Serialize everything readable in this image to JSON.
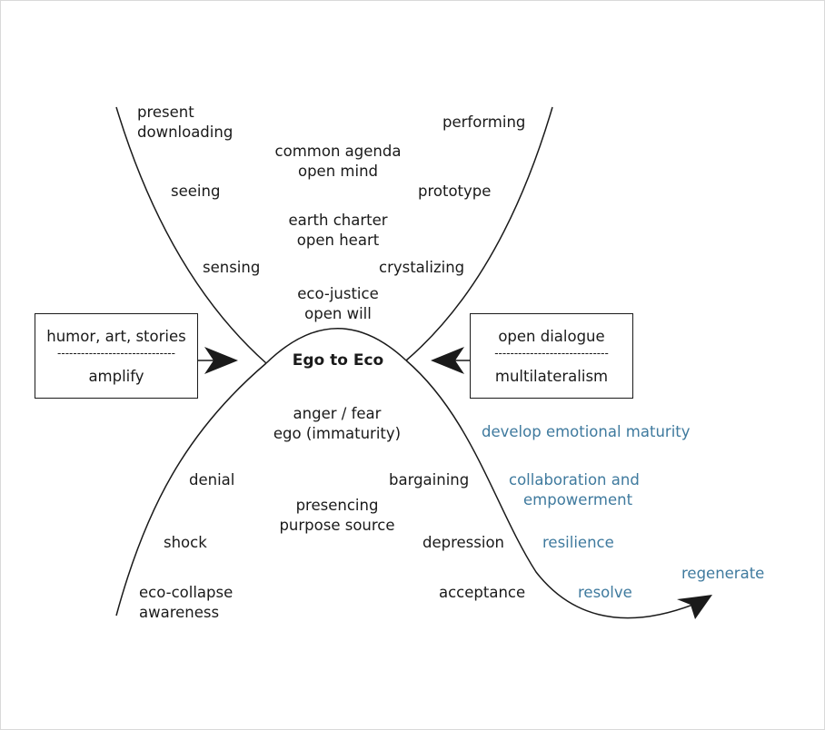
{
  "center": {
    "title": "Ego to Eco"
  },
  "upper_left": {
    "present": "present",
    "downloading": "downloading",
    "seeing": "seeing",
    "sensing": "sensing"
  },
  "upper_center": {
    "common_agenda": "common agenda",
    "open_mind": "open mind",
    "earth_charter": "earth charter",
    "open_heart": "open heart",
    "eco_justice": "eco-justice",
    "open_will": "open will"
  },
  "upper_right": {
    "performing": "performing",
    "prototype": "prototype",
    "crystalizing": "crystalizing"
  },
  "left_box": {
    "top": "humor, art, stories",
    "divider": "------------------------------",
    "bottom": "amplify"
  },
  "right_box": {
    "top": "open dialogue",
    "divider": "-----------------------------",
    "bottom": "multilateralism"
  },
  "lower_center": {
    "anger_fear": "anger / fear",
    "ego_immaturity": "ego (immaturity)",
    "presencing": "presencing",
    "purpose_source": "purpose source"
  },
  "lower_left": {
    "denial": "denial",
    "shock": "shock",
    "eco_collapse": "eco-collapse",
    "awareness": "awareness"
  },
  "lower_right": {
    "bargaining": "bargaining",
    "depression": "depression",
    "acceptance": "acceptance"
  },
  "outcomes": {
    "develop_emotional_maturity": "develop emotional maturity",
    "collaboration_and": "collaboration and",
    "empowerment": "empowerment",
    "resilience": "resilience",
    "resolve": "resolve",
    "regenerate": "regenerate"
  },
  "colors": {
    "line": "#1a1a1a",
    "outcome_text": "#3f7a9e"
  }
}
